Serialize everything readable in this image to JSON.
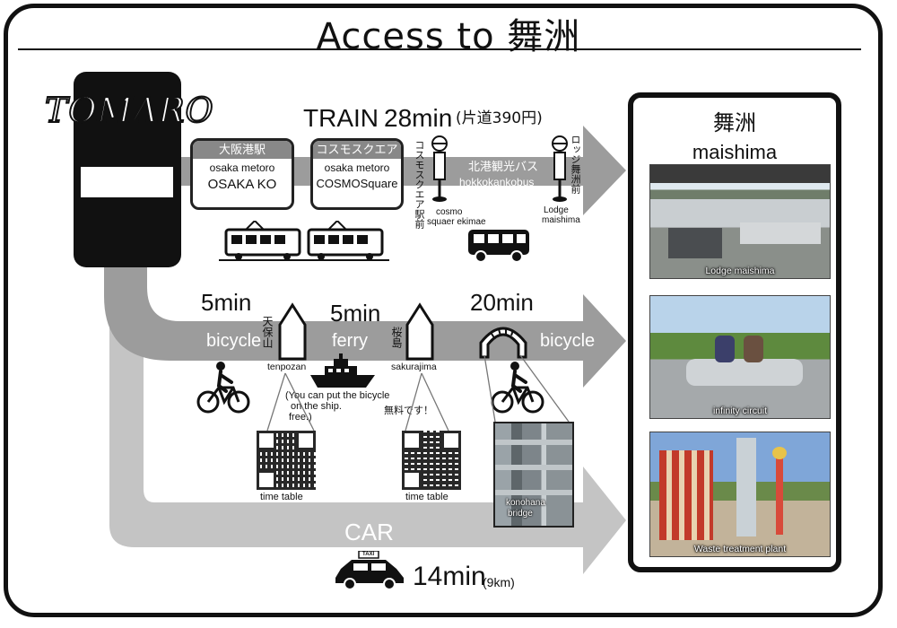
{
  "title": "Access to 舞洲",
  "origin": {
    "name": "TOMARO"
  },
  "train": {
    "label": "TRAIN",
    "duration": "28min",
    "fare": "(片道390円)",
    "stations": [
      {
        "jp": "大阪港駅",
        "line": "osaka metoro",
        "name": "OSAKA KO"
      },
      {
        "jp": "コスモスクエア",
        "line": "osaka metoro",
        "name": "COSMOSquare"
      }
    ],
    "bus_label_jp": "北港観光バス",
    "bus_label_en": "hokkokankobus",
    "stop1_jp": "コスモスクエア駅前",
    "stop1_en": [
      "cosmo",
      "squaer ekimae"
    ],
    "stop2_jp": "ロッジ舞洲前",
    "stop2_en": [
      "Lodge",
      "maishima"
    ]
  },
  "bicycle_route": {
    "seg1_time": "5min",
    "seg1_mode": "bicycle",
    "seg2_time": "5min",
    "seg2_mode": "ferry",
    "seg3_time": "20min",
    "seg3_mode": "bicycle",
    "pier1_jp": "天保山",
    "pier1_en": "tenpozan",
    "pier2_jp": "桜島",
    "pier2_en": "sakurajima",
    "ferry_note": [
      "(You can put the bicycle",
      "on the ship.",
      "free.)"
    ],
    "ferry_note_jp": "無料です！",
    "qr1_caption": "time table",
    "qr2_caption": "time table",
    "bridge_caption": [
      "konohana",
      "bridge"
    ]
  },
  "car_route": {
    "label": "CAR",
    "duration": "14min",
    "distance": "(9km)",
    "taxi_sign": "TAXI"
  },
  "destination": {
    "jp": "舞洲",
    "en": "maishima",
    "photos": [
      {
        "caption": "Lodge maishima"
      },
      {
        "caption": "infinity circuit"
      },
      {
        "caption": "Waste treatment plant"
      }
    ]
  },
  "colors": {
    "route_gray": "#9c9c9c",
    "light_gray": "#c4c4c4",
    "dark": "#111111"
  }
}
